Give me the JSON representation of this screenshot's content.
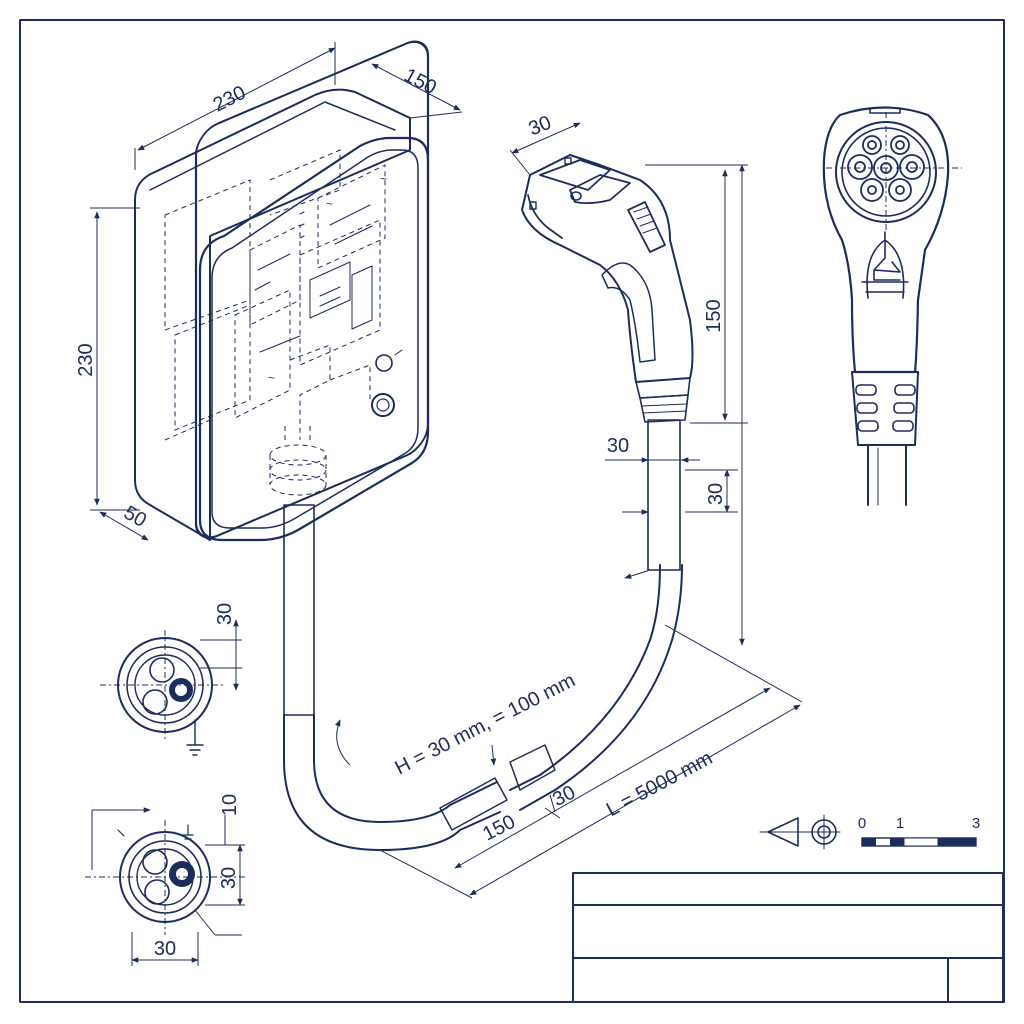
{
  "colors": {
    "ink": "#1b2d5c",
    "paper": "#ffffff",
    "shade": "#eef2f8"
  },
  "dimensions": {
    "box_width": "230",
    "box_depth": "150",
    "box_height": "230",
    "box_thickness": "50",
    "plug_tip": "30",
    "plug_height": "150",
    "cable_dia": "30",
    "cable_pitch": "30",
    "section_a_dia": "30",
    "section_b_top": "10",
    "section_b_side": "30",
    "section_b_width": "30",
    "hose_spec": "H = 30 mm, = 100 mm",
    "hose_segment": "150",
    "hose_gap": "30",
    "cable_length": "L = 5000 mm"
  },
  "scale_bar": {
    "labels": [
      "0",
      "1",
      "3"
    ]
  },
  "icons": [
    "projection-symbol-icon",
    "ground-symbol-icon"
  ]
}
